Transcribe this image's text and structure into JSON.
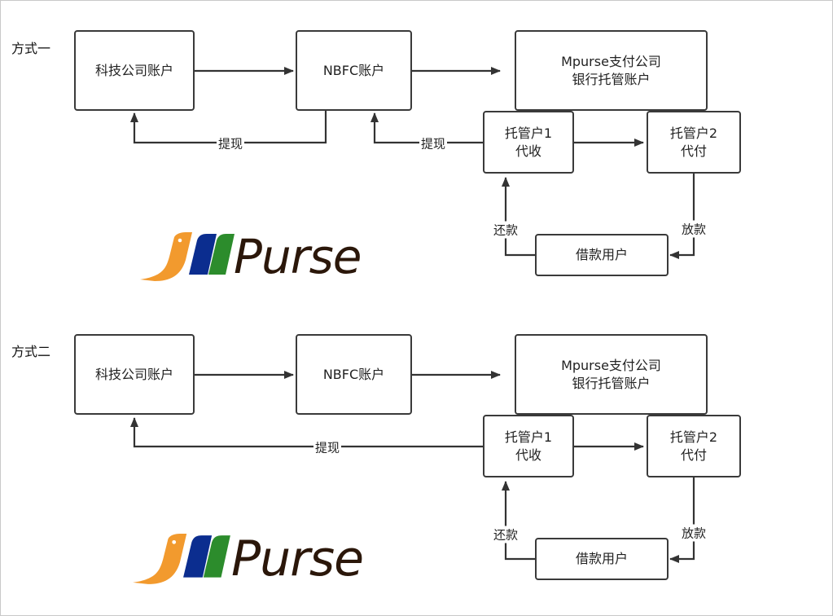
{
  "sections": [
    {
      "label": "方式一",
      "nodes": {
        "tech_account": "科技公司账户",
        "nbfc_account": "NBFC账户",
        "mpurse_bank": "Mpurse支付公司\n银行托管账户",
        "custody1": "托管户1\n代收",
        "custody2": "托管户2\n代付",
        "borrower": "借款用户"
      },
      "edges": {
        "withdraw_a": "提现",
        "withdraw_b": "提现",
        "repay": "还款",
        "lend": "放款"
      }
    },
    {
      "label": "方式二",
      "nodes": {
        "tech_account": "科技公司账户",
        "nbfc_account": "NBFC账户",
        "mpurse_bank": "Mpurse支付公司\n银行托管账户",
        "custody1": "托管户1\n代收",
        "custody2": "托管户2\n代付",
        "borrower": "借款用户"
      },
      "edges": {
        "withdraw": "提现",
        "repay": "还款",
        "lend": "放款"
      }
    }
  ],
  "logo": {
    "text": "Purse",
    "colors": {
      "orange": "#f29a2e",
      "blue": "#0b2d8f",
      "green": "#2c8c2c",
      "text": "#2b170a"
    }
  }
}
